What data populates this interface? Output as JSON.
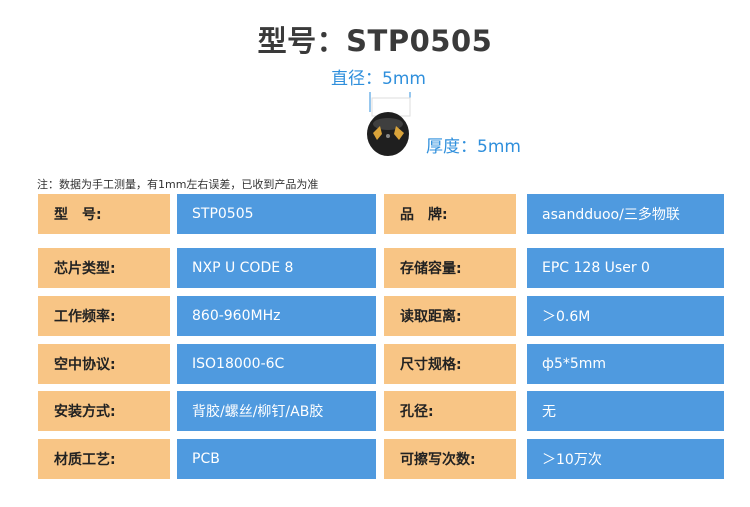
{
  "header": {
    "title": "型号：STP0505"
  },
  "dimensions": {
    "diameter": "直径：5mm",
    "thickness": "厚度：5mm"
  },
  "note": "注：数据为手工测量，有1mm左右误差，已收到产品为准",
  "colors": {
    "label_bg": "#f8c585",
    "value_bg": "#4f9adf",
    "accent_text": "#2f8fdc"
  },
  "specs": [
    {
      "label1": "型　号:",
      "value1": "STP0505",
      "label2": "品　牌:",
      "value2": "asandduoo/三多物联"
    },
    {
      "label1": "芯片类型:",
      "value1": "NXP U CODE 8",
      "label2": "存储容量:",
      "value2": "EPC 128   User 0"
    },
    {
      "label1": "工作频率:",
      "value1": "860-960MHz",
      "label2": "读取距离:",
      "value2": "＞0.6M"
    },
    {
      "label1": "空中协议:",
      "value1": "ISO18000-6C",
      "label2": "尺寸规格:",
      "value2": "ф5*5mm"
    },
    {
      "label1": "安装方式:",
      "value1": "背胶/螺丝/柳钉/AB胶",
      "label2": "孔径:",
      "value2": "无"
    },
    {
      "label1": "材质工艺:",
      "value1": "PCB",
      "label2": "可擦写次数:",
      "value2": "＞10万次"
    }
  ]
}
